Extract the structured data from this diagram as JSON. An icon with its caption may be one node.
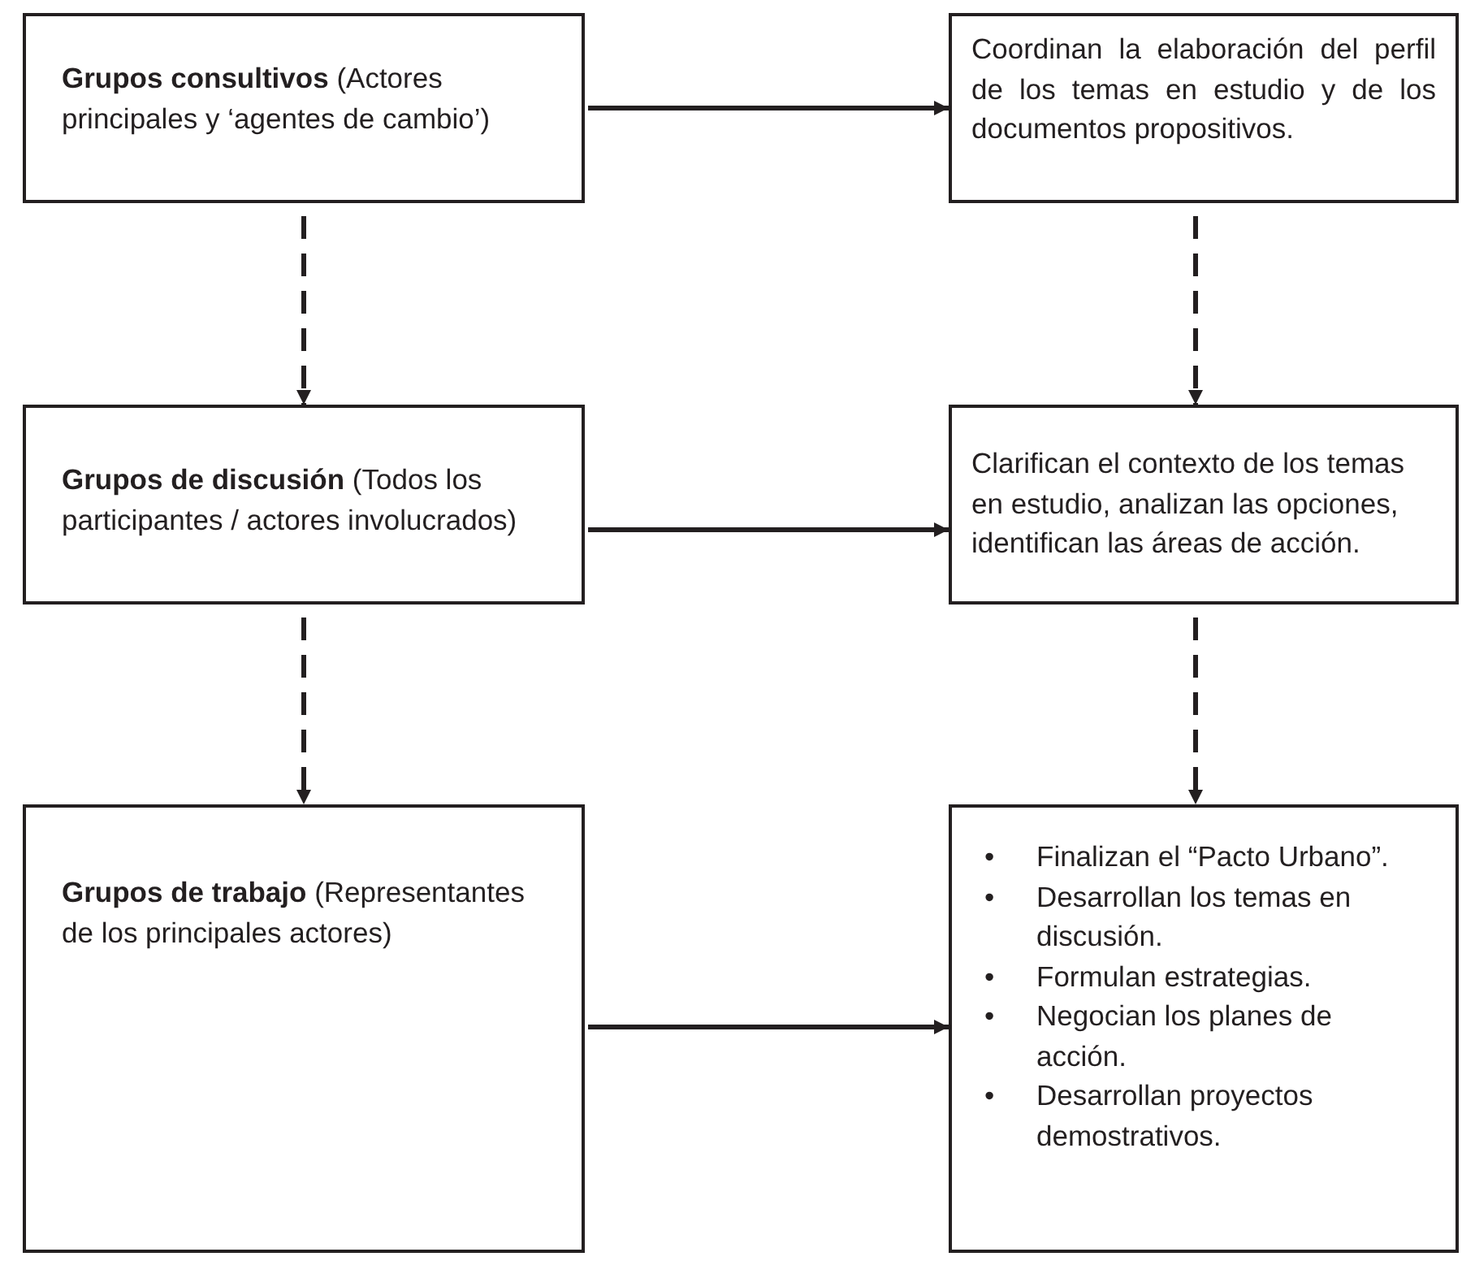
{
  "diagram": {
    "nodes": [
      {
        "text": [
          "**Grupos consultivos** (Actores principales y ‘agentes de cambio’)"
        ]
      },
      {
        "text": [
          "Coordinan la elaboración del perfil de los temas en estudio y de los documentos propositivos."
        ]
      },
      {
        "text": [
          "**Grupos de discusión** (Todos los participantes / actores involucrados)"
        ]
      },
      {
        "text": [
          "Clarifican el contexto de los temas en estudio, analizan las opciones, identifican las áreas de acción."
        ]
      },
      {
        "text": [
          "**Grupos de trabajo** (Representantes de los principales actores)"
        ]
      },
      {
        "text": [
          "Finalizan el “Pacto Urbano”.",
          "Desarrollan los temas en discusión.",
          "Formulan estrategias.",
          "Negocian los planes de acción.",
          "Desarrollan proyectos demostrativos."
        ]
      }
    ],
    "edges": [
      {
        "from": 0,
        "to": 1,
        "arrow": "to"
      },
      {
        "from": 0,
        "to": 2,
        "arrow": "to",
        "style": "dashed"
      },
      {
        "from": 1,
        "to": 3,
        "arrow": "to",
        "style": "dashed"
      },
      {
        "from": 2,
        "to": 3,
        "arrow": "to"
      },
      {
        "from": 2,
        "to": 4,
        "arrow": "to",
        "style": "dashed"
      },
      {
        "from": 3,
        "to": 5,
        "arrow": "to",
        "style": "dashed"
      },
      {
        "from": 4,
        "to": 5,
        "arrow": "to"
      }
    ],
    "labels": [
      "•",
      "•",
      "•",
      "•",
      "•"
    ]
  }
}
